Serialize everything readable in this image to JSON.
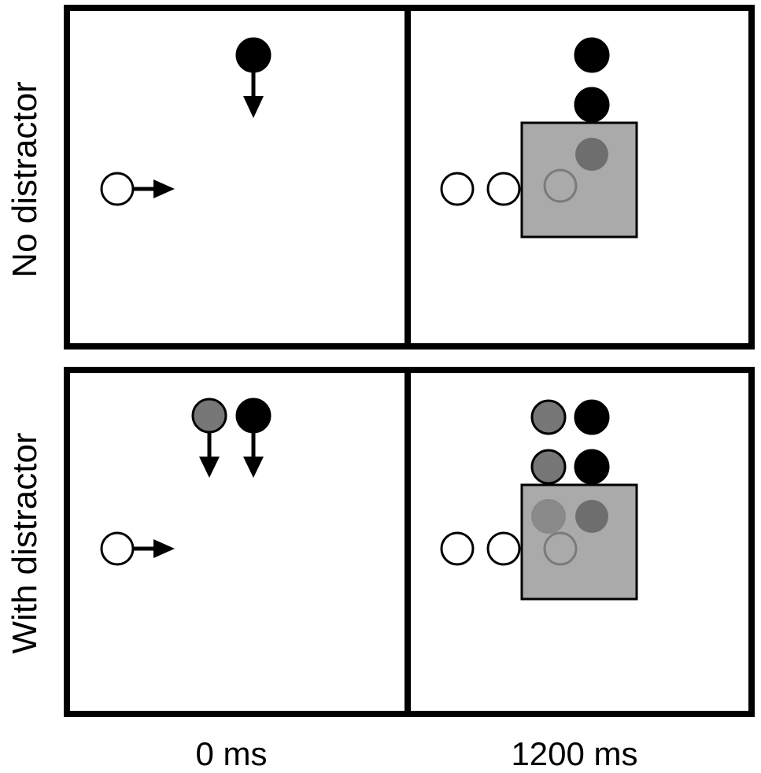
{
  "rows": [
    {
      "label": "No distractor"
    },
    {
      "label": "With distractor"
    }
  ],
  "columns": [
    {
      "label": "0 ms"
    },
    {
      "label": "1200 ms"
    }
  ],
  "colors": {
    "panel_border": "#000000",
    "target_fill": "#000000",
    "distractor_fill": "#777777",
    "observer_fill": "#ffffff",
    "occluder_fill": "#aaaaaa",
    "occluded_target": "#6e6e6e",
    "occluded_distractor": "#8a8a8a",
    "occluded_observer_stroke": "#7a7a7a"
  }
}
